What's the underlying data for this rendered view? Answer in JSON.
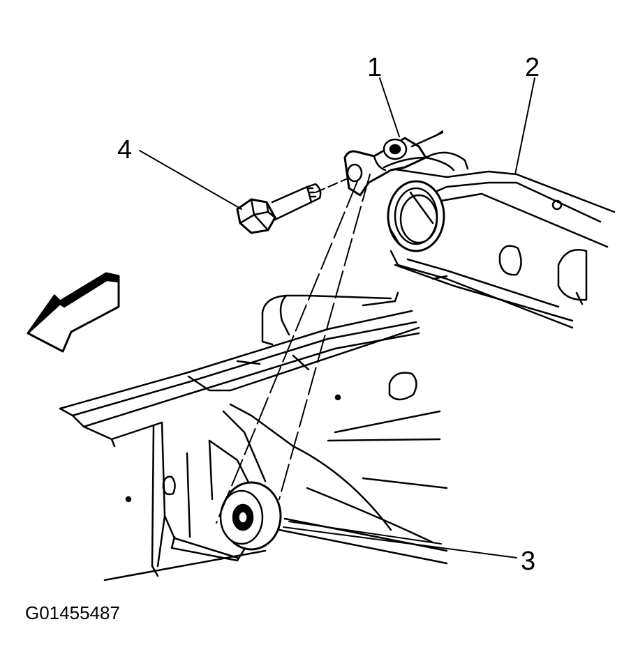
{
  "callouts": {
    "one": "1",
    "two": "2",
    "three": "3",
    "four": "4"
  },
  "figure_id": "G01455487",
  "colors": {
    "line": "#000000",
    "background": "#ffffff"
  }
}
